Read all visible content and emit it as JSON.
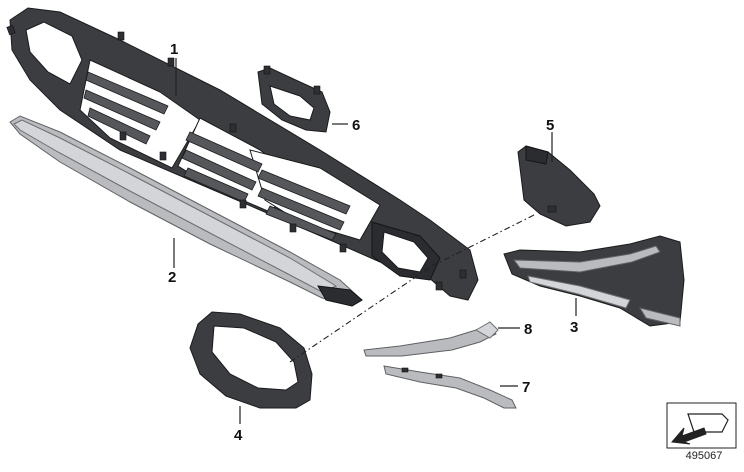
{
  "diagram": {
    "callouts": [
      {
        "id": "callout-1",
        "text": "1"
      },
      {
        "id": "callout-2",
        "text": "2"
      },
      {
        "id": "callout-3",
        "text": "3"
      },
      {
        "id": "callout-4",
        "text": "4"
      },
      {
        "id": "callout-5",
        "text": "5"
      },
      {
        "id": "callout-6",
        "text": "6"
      },
      {
        "id": "callout-7",
        "text": "7"
      },
      {
        "id": "callout-8",
        "text": "8"
      }
    ],
    "reference_number": "495067",
    "icons": [
      "direction-arrow-icon"
    ],
    "colors": {
      "plastic_black": "#3b3d40",
      "trim_silver": "#b9bbbe",
      "line": "#222222"
    }
  }
}
